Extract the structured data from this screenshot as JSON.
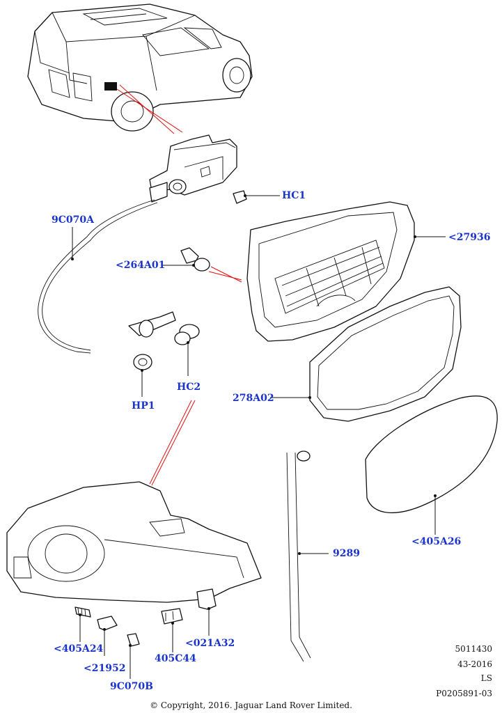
{
  "diagram": {
    "callouts": {
      "hc1": "HC1",
      "c27936": "<27936",
      "c9c070a": "9C070A",
      "c264a01": "<264A01",
      "c278a02": "278A02",
      "hc2": "HC2",
      "hp1": "HP1",
      "c405a26": "<405A26",
      "c9289": "9289",
      "c405a24": "<405A24",
      "c21952": "<21952",
      "c9c070b": "9C070B",
      "c405c44": "405C44",
      "c021a32": "<021A32"
    },
    "callout_color": "#1a33cc",
    "leader_color_red": "#e01010",
    "reference": {
      "line1": "5011430",
      "line2": "43-2016",
      "line3": "LS",
      "line4": "P0205891-03"
    },
    "copyright": "© Copyright, 2016. Jaguar Land Rover Limited."
  }
}
